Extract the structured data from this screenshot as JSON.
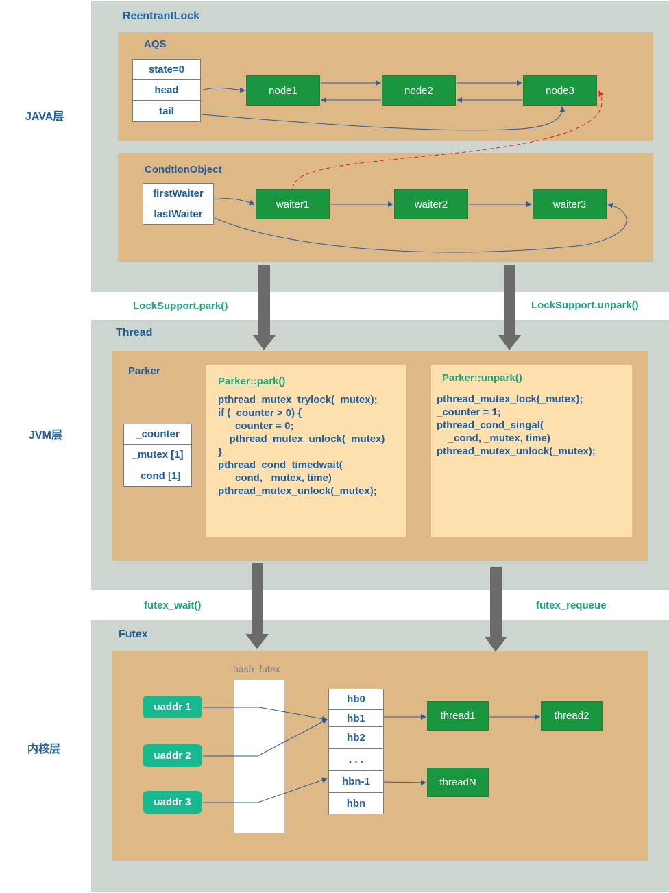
{
  "side_labels": {
    "java": "JAVA层",
    "jvm": "JVM层",
    "kernel": "内核层"
  },
  "java_layer": {
    "title": "ReentrantLock",
    "aqs": {
      "title": "AQS",
      "fields": [
        "state=0",
        "head",
        "tail"
      ],
      "nodes": [
        "node1",
        "node2",
        "node3"
      ]
    },
    "condition": {
      "title": "CondtionObject",
      "fields": [
        "firstWaiter",
        "lastWaiter"
      ],
      "waiters": [
        "waiter1",
        "waiter2",
        "waiter3"
      ]
    }
  },
  "calls": {
    "park": "LockSupport.park()",
    "unpark": "LockSupport.unpark()",
    "futex_wait": "futex_wait()",
    "futex_requeue": "futex_requeue"
  },
  "jvm_layer": {
    "title": "Thread",
    "parker": {
      "title": "Parker",
      "fields": [
        "_counter",
        "_mutex [1]",
        "_cond [1]"
      ]
    },
    "park_code": {
      "title": "Parker::park()",
      "lines": [
        "pthread_mutex_trylock(_mutex);",
        "",
        "if (_counter > 0) {",
        "    _counter = 0;",
        "    pthread_mutex_unlock(_mutex)",
        "}",
        "pthread_cond_timedwait(",
        "    _cond, _mutex, time)",
        "",
        "pthread_mutex_unlock(_mutex);"
      ]
    },
    "unpark_code": {
      "title": "Parker::unpark()",
      "lines": [
        "pthread_mutex_lock(_mutex);",
        "",
        "_counter = 1;",
        "",
        "pthread_cond_singal(",
        "    _cond, _mutex, time)",
        "",
        "pthread_mutex_unlock(_mutex);"
      ]
    }
  },
  "kernel_layer": {
    "title": "Futex",
    "hash_label": "hash_futex",
    "uaddrs": [
      "uaddr 1",
      "uaddr 2",
      "uaddr 3"
    ],
    "buckets": [
      "hb0",
      "hb1",
      "hb2",
      ". . .",
      "hbn-1",
      "hbn"
    ],
    "threads": [
      "thread1",
      "thread2",
      "threadN"
    ]
  },
  "colors": {
    "layer_bg": "#ccd5ce",
    "inner_bg": "#deb887",
    "code_bg": "#fde0ad",
    "node_green": "#1a9640",
    "uaddr_teal": "#1ab88f",
    "label_blue": "#1f5fa0",
    "call_green": "#1aa57a",
    "arrow_gray": "#6b6b6b",
    "dashed_red": "#e02020"
  }
}
